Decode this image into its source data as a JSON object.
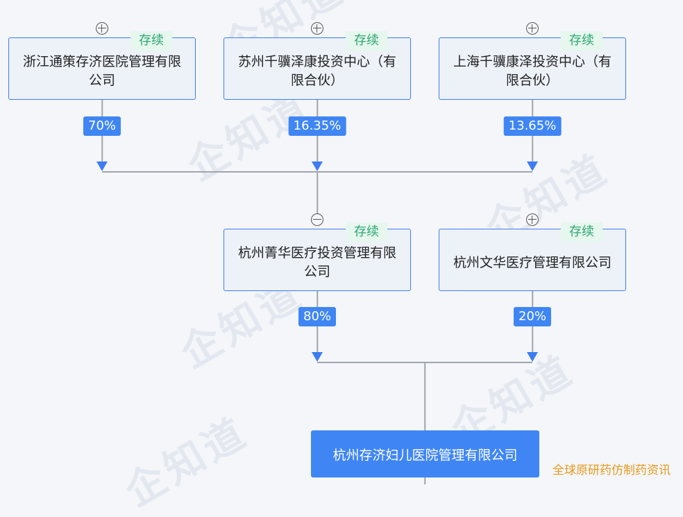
{
  "colors": {
    "accent": "#3f86f4",
    "tag_green": "#2ba671",
    "line": "#a0a4ab"
  },
  "watermark": "企知道",
  "shareholders": [
    {
      "name": "浙江通策存济医院管理有限公司",
      "status": "存续",
      "pct": "70%",
      "toggle": "plus"
    },
    {
      "name": "苏州千骥泽康投资中心（有限合伙）",
      "status": "存续",
      "pct": "16.35%",
      "toggle": "plus"
    },
    {
      "name": "上海千骥康泽投资中心（有限合伙）",
      "status": "存续",
      "pct": "13.65%",
      "toggle": "plus"
    }
  ],
  "middle": [
    {
      "name": "杭州菁华医疗投资管理有限公司",
      "status": "存续",
      "pct": "80%",
      "toggle": "minus"
    },
    {
      "name": "杭州文华医疗管理有限公司",
      "status": "存续",
      "pct": "20%",
      "toggle": "plus"
    }
  ],
  "target": {
    "name": "杭州存济妇儿医院管理有限公司"
  },
  "footer": "全球原研药仿制药资讯"
}
